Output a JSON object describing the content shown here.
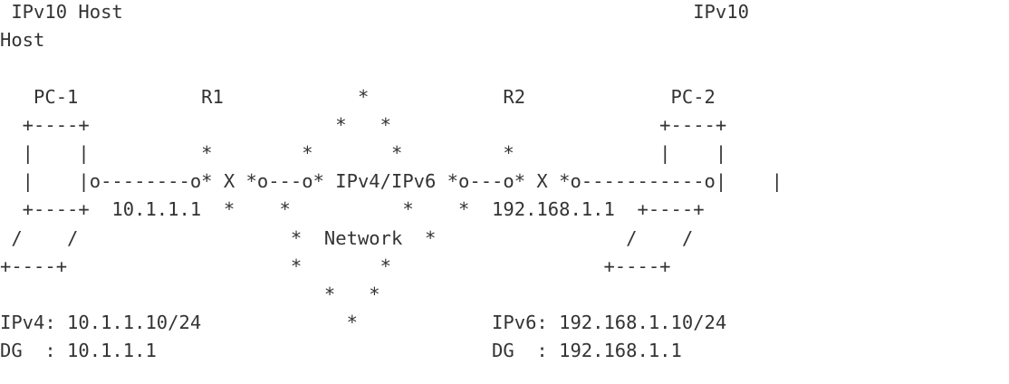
{
  "diagram": {
    "lines": [
      " IPv10 Host                                                   IPv10",
      "Host",
      "",
      "   PC-1           R1            *            R2             PC-2",
      "  +----+                      *   *                        +----+",
      "  |    |          *        *       *         *             |    |",
      "  |    |o--------o* X *o---o* IPv4/IPv6 *o---o* X *o-----------o|    |",
      "  +----+  10.1.1.1  *    *          *    *  192.168.1.1  +----+",
      " /    /                   *  Network  *                 /    /",
      "+----+                    *       *                   +----+",
      "                             *   *",
      "IPv4: 10.1.1.10/24             *            IPv6: 192.168.1.10/24",
      "DG  : 10.1.1.1                              DG  : 192.168.1.1"
    ]
  }
}
